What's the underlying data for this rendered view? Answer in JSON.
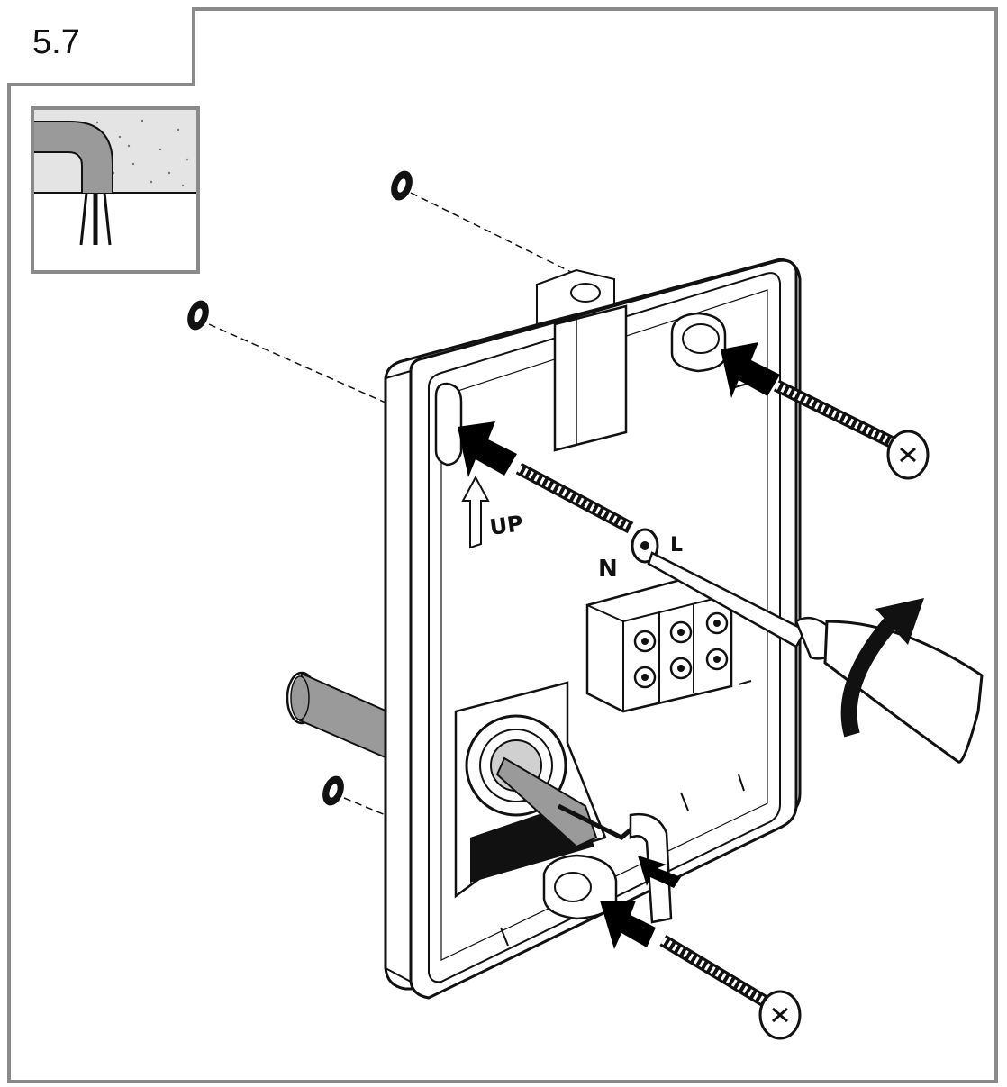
{
  "step": {
    "number": "5.7"
  },
  "labels": {
    "up": "UP",
    "neutral": "N",
    "live": "L"
  },
  "colors": {
    "frame": "#8a8a8a",
    "line": "#111111",
    "arrow": "#000000",
    "cable": "#9a9a9a",
    "plaster": "#d9d9d9"
  },
  "icons": [
    "wall-plug-icon",
    "screw-icon",
    "screwdriver-icon",
    "push-arrow-icon",
    "rotate-arrow-icon",
    "up-arrow-icon"
  ]
}
